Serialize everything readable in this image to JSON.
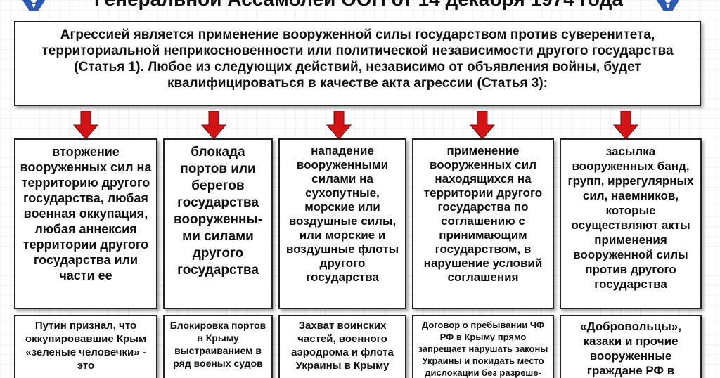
{
  "header": {
    "title": "Генеральной Ассамблеи ООН от 14 декабря 1974 года"
  },
  "definition": {
    "text": "Агрессией является применение вооруженной силы государством против суверенитета, территориальной неприкосновенности или политической независимости другого государства (Статья 1). Любое из следующих действий, независимо от объявления войны, будет квалифицироваться в качестве акта агрессии (Статья 3):"
  },
  "acts": [
    {
      "text": "вторжение вооруженных сил на территорию другого государства, любая военная оккупация, любая аннексия территории другого государства или части ее"
    },
    {
      "text": "блокада портов или берегов государства вооруженны-ми силами другого государства"
    },
    {
      "text": "нападение вооруженными силами на сухопутные, морские или воздушные силы, или морские и воздушные флоты другого государства"
    },
    {
      "text": "применение вооруженных сил находящихся на территории другого государства по соглашению с принимающим государством, в нарушение условий соглашения"
    },
    {
      "text": "засылка вооруженных банд, групп, иррегулярных сил, наемников, которые осуществляют акты применения вооруженной силы против другого государства"
    }
  ],
  "examples": [
    {
      "text": "Путин признал, что оккупировавшие Крым «зеленые человечки» - это"
    },
    {
      "text": "Блокировка портов в Крыму выстраиванием в ряд военых судов"
    },
    {
      "text": "Захват воинских частей, военного аэродрома и флота Украины в Крыму"
    },
    {
      "text": "Договор о пребывании ЧФ РФ в Крыму прямо запрещает нарушать законы Украины и покидать место дислокации без разреше-"
    },
    {
      "text": "«Добровольцы», казаки и прочие вооруженные граждане РФ в"
    }
  ],
  "colors": {
    "arrow": "#d41414",
    "border": "#222222",
    "emblem": "#2b5bb5"
  }
}
